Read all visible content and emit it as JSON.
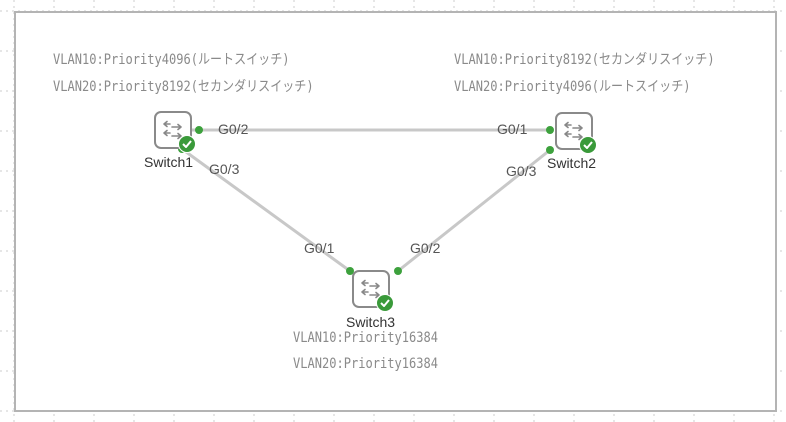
{
  "diagram": {
    "colors": {
      "link": "#c8c8c8",
      "port_dot": "#3da13d",
      "status_ok": "#3a9a3a",
      "note_text": "#8a8a8a",
      "frame": "#b4b4b4",
      "grid": "#dddddd"
    },
    "devices": [
      {
        "id": "switch1",
        "label": "Switch1",
        "icon": "switch-icon",
        "status": "ok",
        "notes": [
          "VLAN10:Priority4096(ルートスイッチ)",
          "VLAN20:Priority8192(セカンダリスイッチ)"
        ]
      },
      {
        "id": "switch2",
        "label": "Switch2",
        "icon": "switch-icon",
        "status": "ok",
        "notes": [
          "VLAN10:Priority8192(セカンダリスイッチ)",
          "VLAN20:Priority4096(ルートスイッチ)"
        ]
      },
      {
        "id": "switch3",
        "label": "Switch3",
        "icon": "switch-icon",
        "status": "ok",
        "notes": [
          "VLAN10:Priority16384",
          "VLAN20:Priority16384"
        ]
      }
    ],
    "links": [
      {
        "from": "switch1",
        "from_port": "G0/2",
        "to": "switch2",
        "to_port": "G0/1"
      },
      {
        "from": "switch1",
        "from_port": "G0/3",
        "to": "switch3",
        "to_port": "G0/1"
      },
      {
        "from": "switch2",
        "from_port": "G0/3",
        "to": "switch3",
        "to_port": "G0/2"
      }
    ]
  }
}
